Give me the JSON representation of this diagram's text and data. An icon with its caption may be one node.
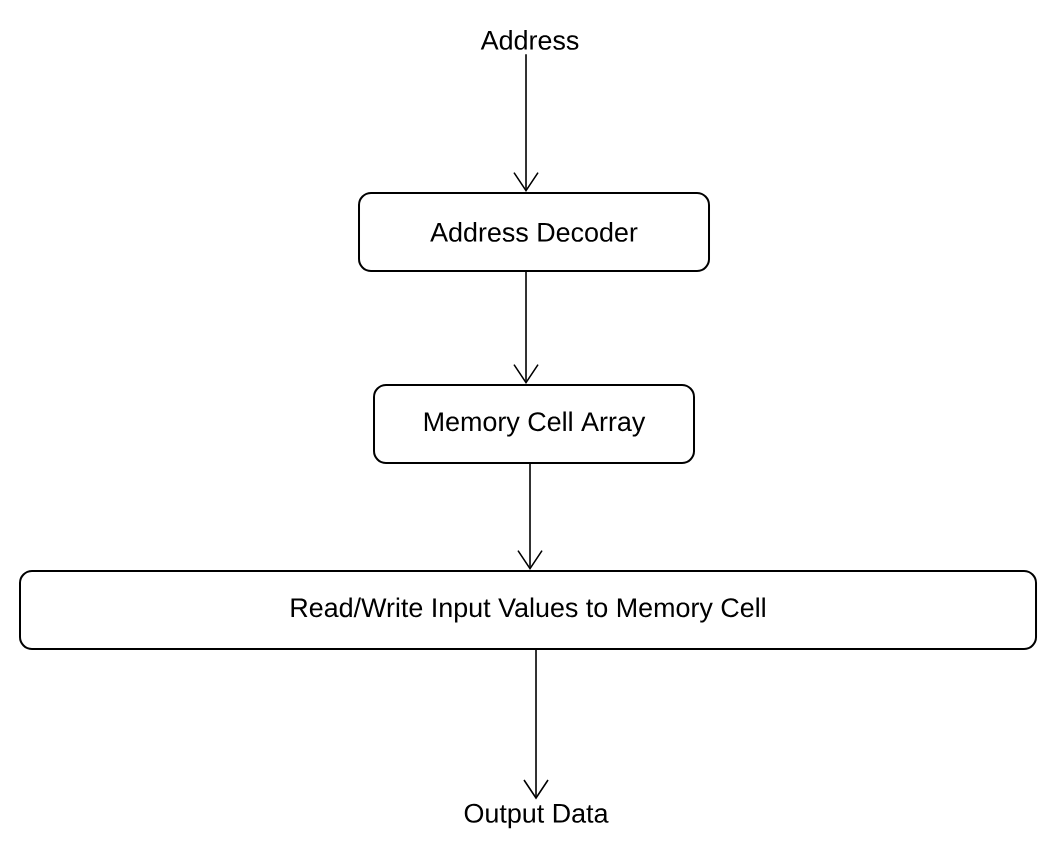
{
  "diagram": {
    "nodes": [
      {
        "text": [
          "Address"
        ]
      },
      {
        "text": [
          "Address Decoder"
        ]
      },
      {
        "text": [
          "Memory Cell Array"
        ]
      },
      {
        "text": [
          "Read/Write Input Values to Memory Cell"
        ]
      },
      {
        "text": [
          "Output Data"
        ]
      }
    ],
    "edges": [
      {
        "from": 0,
        "to": 1,
        "arrow": "to"
      },
      {
        "from": 1,
        "to": 2,
        "arrow": "to"
      },
      {
        "from": 2,
        "to": 3,
        "arrow": "to"
      },
      {
        "from": 3,
        "to": 4,
        "arrow": "to"
      }
    ]
  }
}
